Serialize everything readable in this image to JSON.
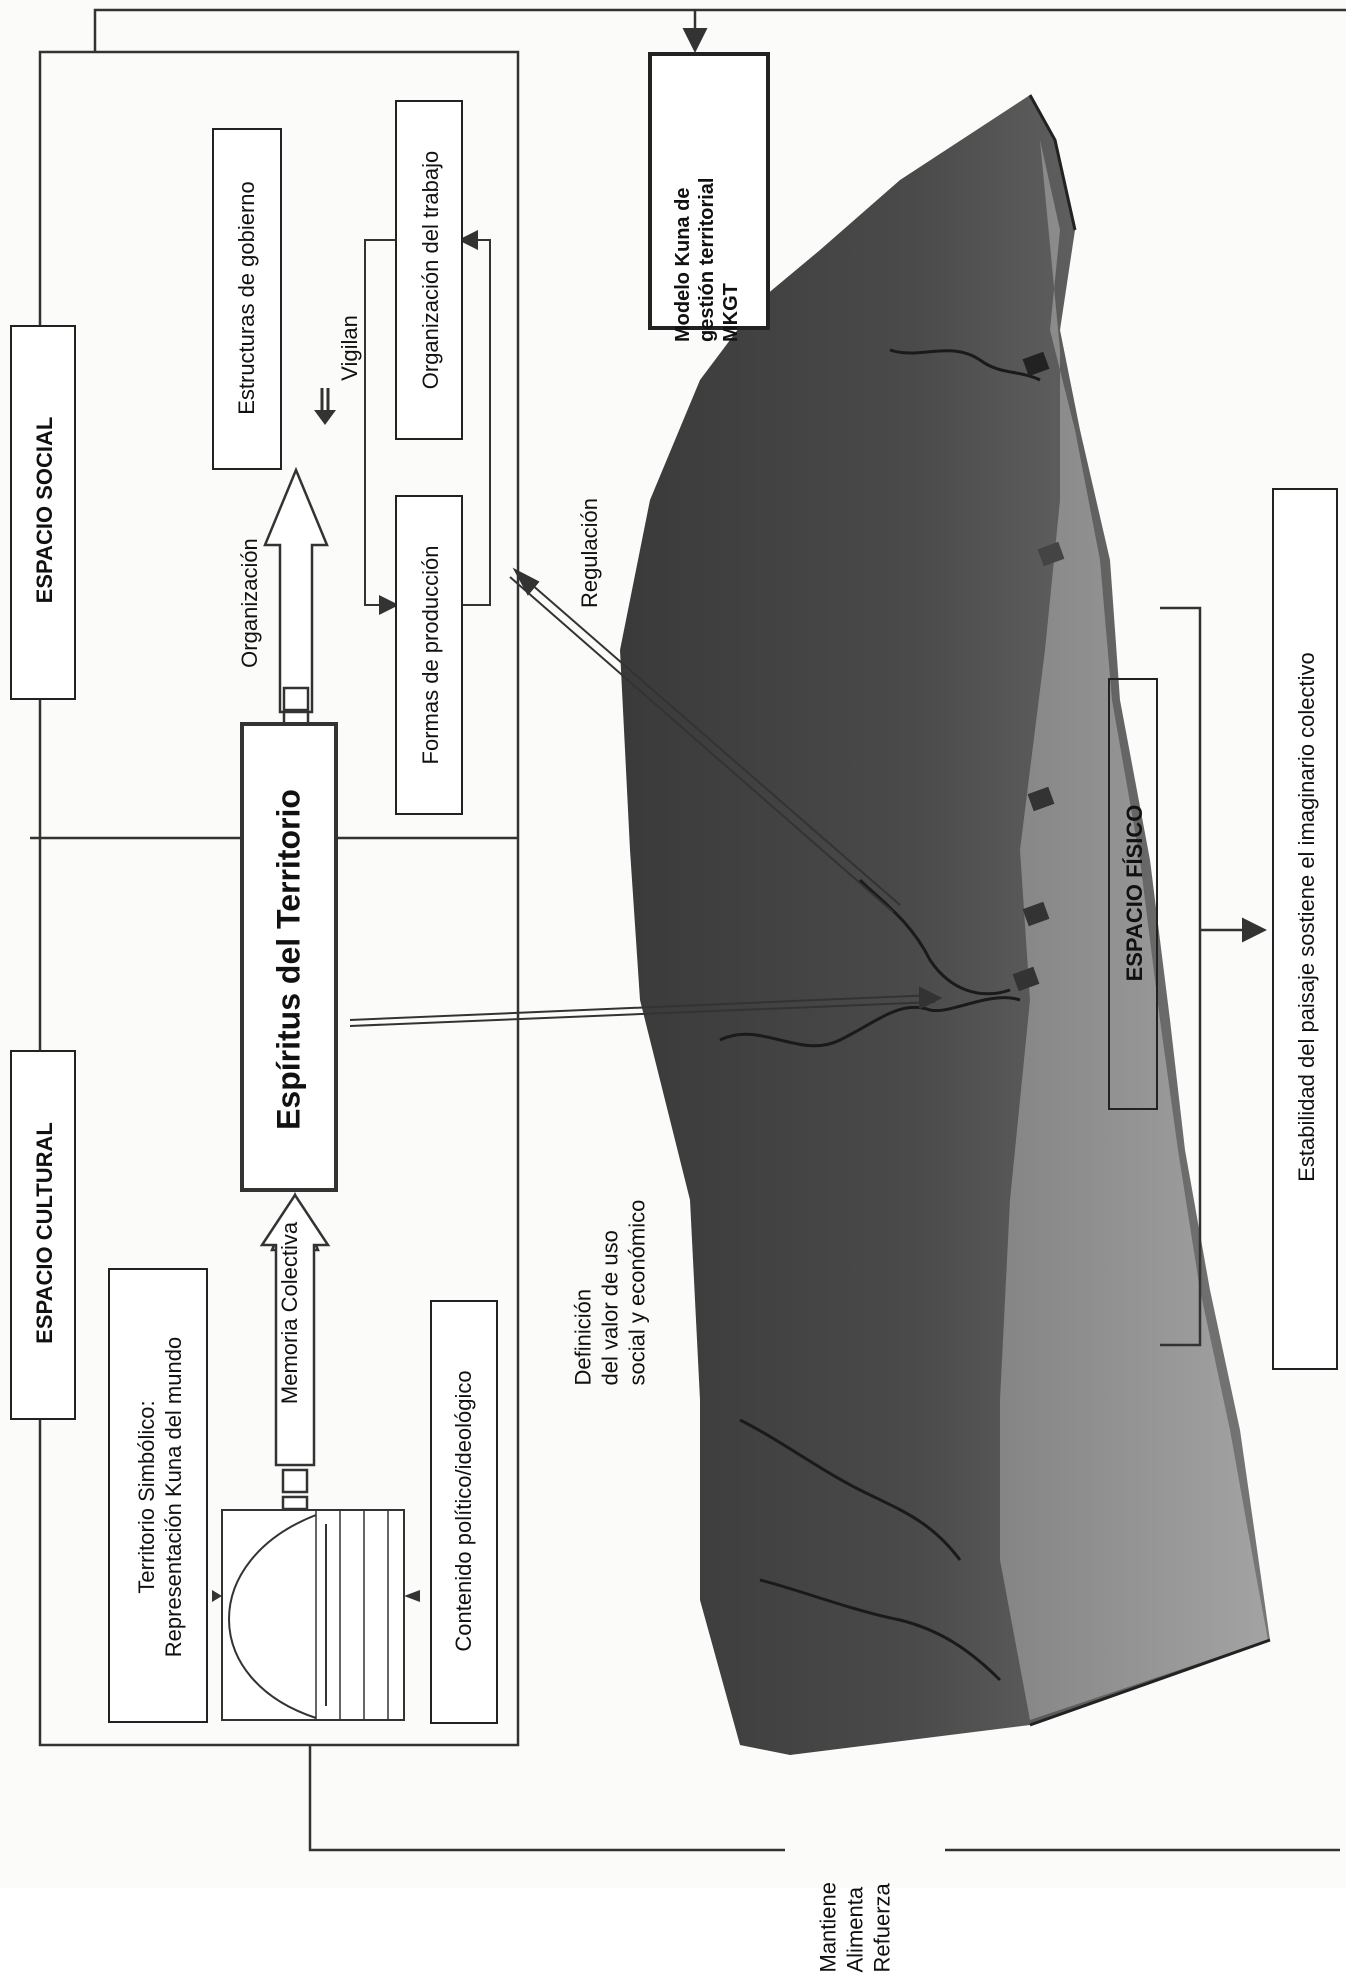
{
  "boxes": {
    "espacio_social": "ESPACIO SOCIAL",
    "espacio_cultural": "ESPACIO CULTURAL",
    "territorio_simbolico_1": "Territorio Simbólico:",
    "territorio_simbolico_2": "Representación Kuna del mundo",
    "contenido_politico": "Contenido político/ideológico",
    "espiritus": "Espíritus del Territorio",
    "estructuras": "Estructuras de gobierno",
    "organizacion_trabajo": "Organización del trabajo",
    "formas_produccion": "Formas de producción",
    "modelo_1": "Modelo Kuna de",
    "modelo_2": "gestión territorial",
    "modelo_3": "MKGT",
    "espacio_fisico": "ESPACIO FÍSICO",
    "estabilidad": "Estabilidad del paisaje sostiene el imaginario colectivo"
  },
  "labels": {
    "memoria_colectiva": "Memoria Colectiva",
    "organizacion": "Organización",
    "vigilan": "Vigilan",
    "regulacion": "Regulación",
    "definicion_1": "Definición",
    "definicion_2": "del valor de uso",
    "definicion_3": "social  y económico",
    "mantiene": "Mantiene",
    "alimenta": "Alimenta",
    "refuerza": "Refuerza"
  }
}
